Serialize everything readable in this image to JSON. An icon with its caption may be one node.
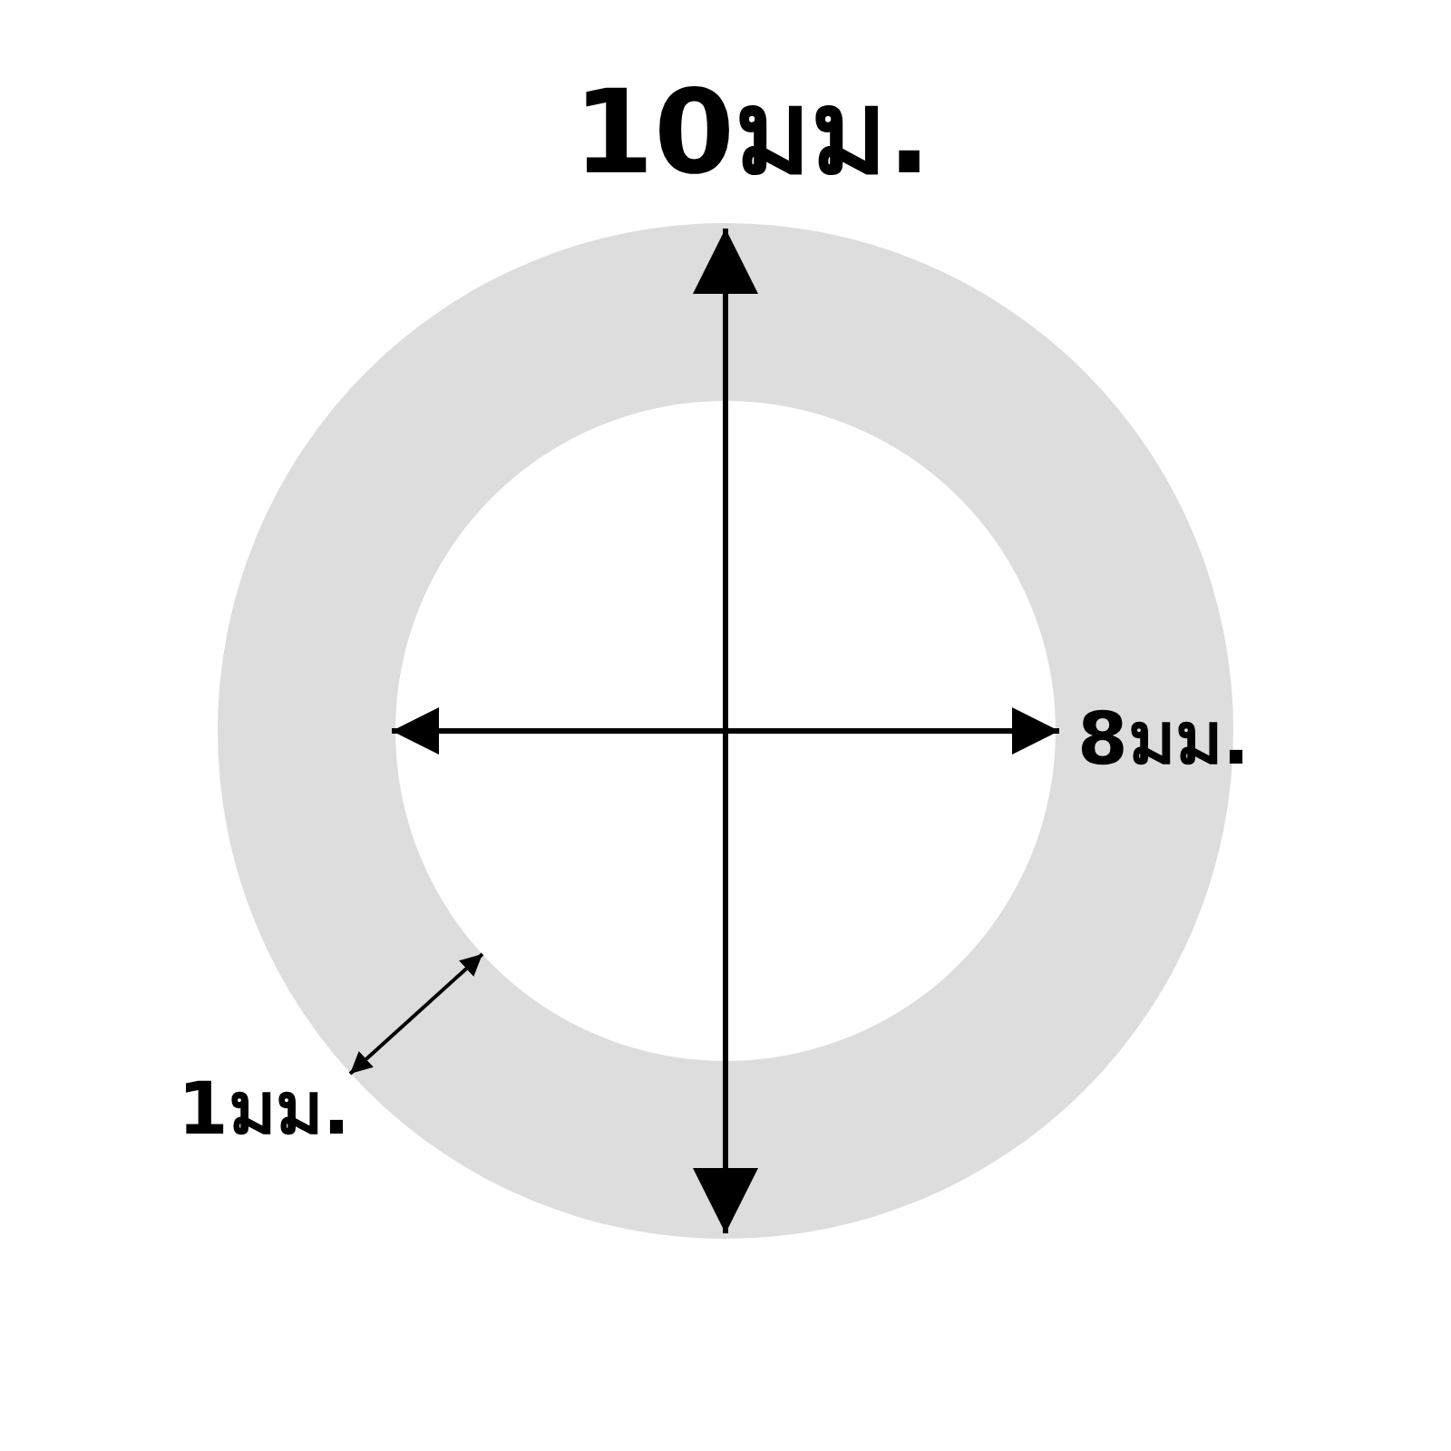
{
  "diagram": {
    "labels": [
      "10มม.",
      "8มม.",
      "1มม."
    ]
  }
}
